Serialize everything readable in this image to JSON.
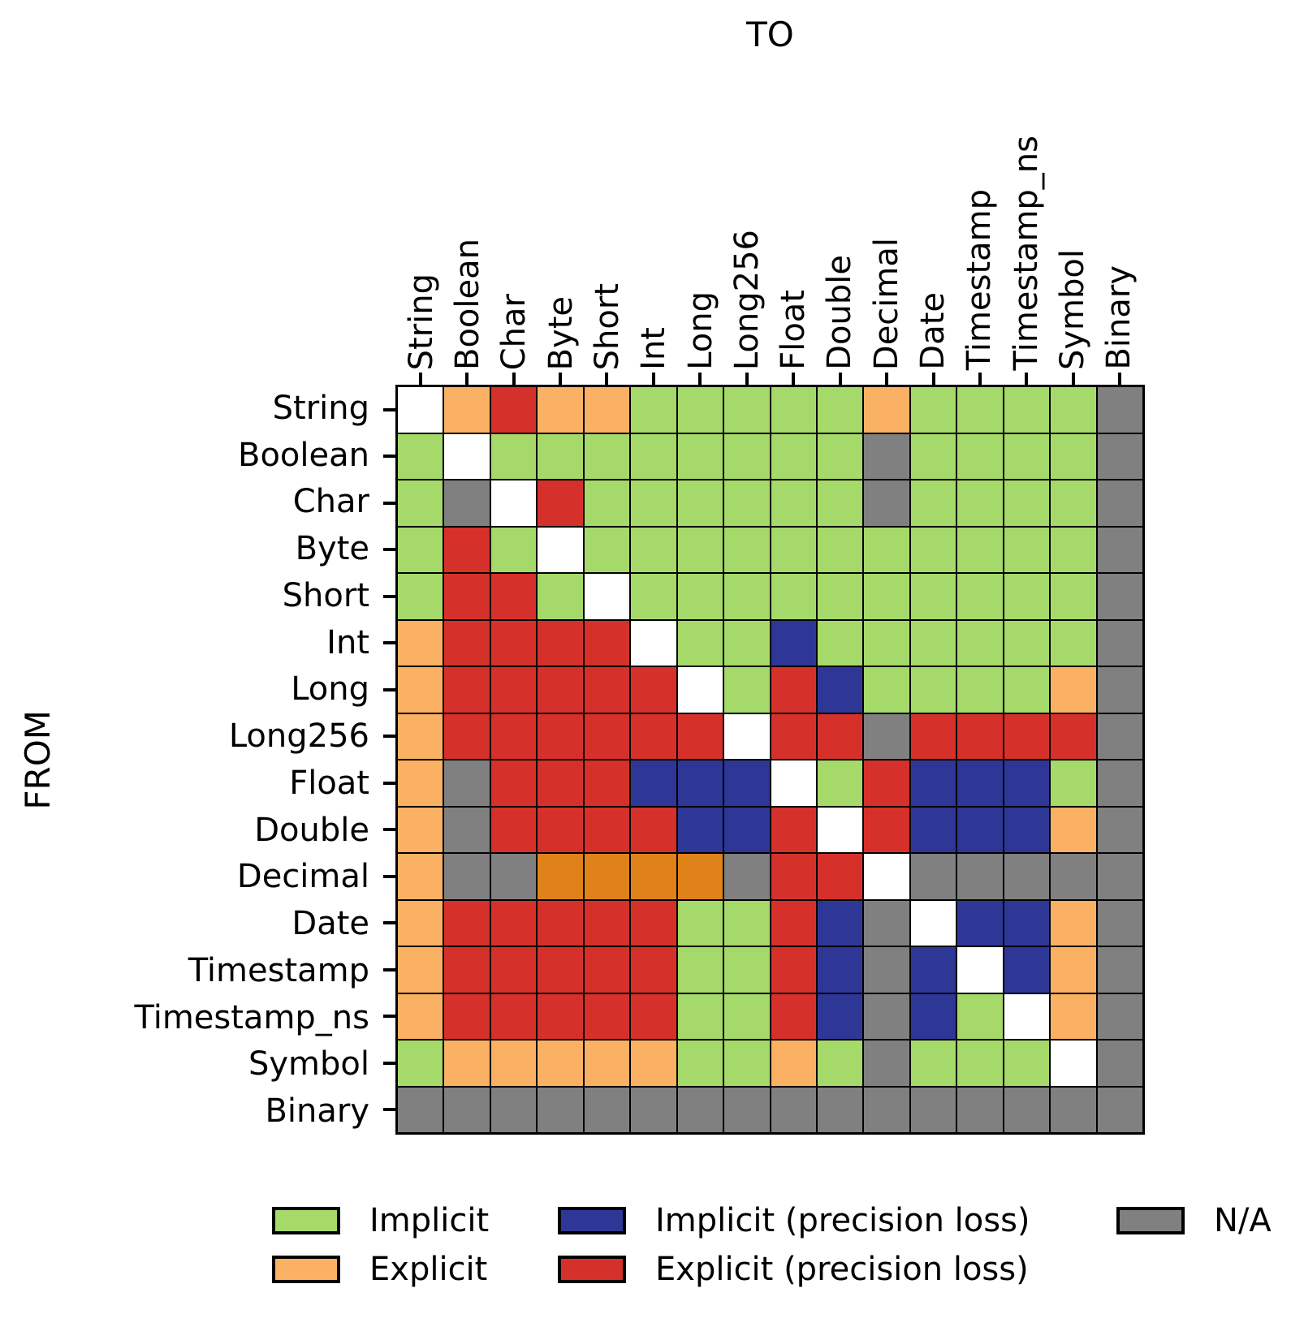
{
  "title_to": "TO",
  "ylabel_from": "FROM",
  "palette": {
    "implicit": "#A5D96A",
    "explicit": "#FBB164",
    "implicit_precision_loss": "#2F3796",
    "explicit_precision_loss": "#D5312A",
    "explicit_dark_orange": "#E0821A",
    "na": "#808080",
    "self": "#FFFFFF",
    "grid_line": "#000000"
  },
  "legend": [
    {
      "label": "Implicit",
      "color_key": "implicit"
    },
    {
      "label": "Explicit",
      "color_key": "explicit"
    },
    {
      "label": "Implicit (precision loss)",
      "color_key": "implicit_precision_loss"
    },
    {
      "label": "Explicit (precision loss)",
      "color_key": "explicit_precision_loss"
    },
    {
      "label": "N/A",
      "color_key": "na"
    }
  ],
  "chart_data": {
    "type": "heatmap",
    "title": "TO",
    "xlabel": "TO",
    "ylabel": "FROM",
    "x_categories": [
      "String",
      "Boolean",
      "Char",
      "Byte",
      "Short",
      "Int",
      "Long",
      "Long256",
      "Float",
      "Double",
      "Decimal",
      "Date",
      "Timestamp",
      "Timestamp_ns",
      "Symbol",
      "Binary"
    ],
    "y_categories": [
      "String",
      "Boolean",
      "Char",
      "Byte",
      "Short",
      "Int",
      "Long",
      "Long256",
      "Float",
      "Double",
      "Decimal",
      "Date",
      "Timestamp",
      "Timestamp_ns",
      "Symbol",
      "Binary"
    ],
    "cell_codes_legend": {
      "I": "Implicit (green)",
      "E": "Explicit (orange)",
      "IP": "Implicit (precision loss) (dark blue)",
      "EP": "Explicit (precision loss) (red)",
      "EO": "Explicit dark-orange (Decimal to integer types)",
      "NA": "N/A (gray)",
      "S": "Self / diagonal (white)"
    },
    "rows": [
      {
        "from": "String",
        "cells": [
          "S",
          "E",
          "EP",
          "E",
          "E",
          "I",
          "I",
          "I",
          "I",
          "I",
          "E",
          "I",
          "I",
          "I",
          "I",
          "NA"
        ]
      },
      {
        "from": "Boolean",
        "cells": [
          "I",
          "S",
          "I",
          "I",
          "I",
          "I",
          "I",
          "I",
          "I",
          "I",
          "NA",
          "I",
          "I",
          "I",
          "I",
          "NA"
        ]
      },
      {
        "from": "Char",
        "cells": [
          "I",
          "NA",
          "S",
          "EP",
          "I",
          "I",
          "I",
          "I",
          "I",
          "I",
          "NA",
          "I",
          "I",
          "I",
          "I",
          "NA"
        ]
      },
      {
        "from": "Byte",
        "cells": [
          "I",
          "EP",
          "I",
          "S",
          "I",
          "I",
          "I",
          "I",
          "I",
          "I",
          "I",
          "I",
          "I",
          "I",
          "I",
          "NA"
        ]
      },
      {
        "from": "Short",
        "cells": [
          "I",
          "EP",
          "EP",
          "I",
          "S",
          "I",
          "I",
          "I",
          "I",
          "I",
          "I",
          "I",
          "I",
          "I",
          "I",
          "NA"
        ]
      },
      {
        "from": "Int",
        "cells": [
          "E",
          "EP",
          "EP",
          "EP",
          "EP",
          "S",
          "I",
          "I",
          "IP",
          "I",
          "I",
          "I",
          "I",
          "I",
          "I",
          "NA"
        ]
      },
      {
        "from": "Long",
        "cells": [
          "E",
          "EP",
          "EP",
          "EP",
          "EP",
          "EP",
          "S",
          "I",
          "EP",
          "IP",
          "I",
          "I",
          "I",
          "I",
          "E",
          "NA"
        ]
      },
      {
        "from": "Long256",
        "cells": [
          "E",
          "EP",
          "EP",
          "EP",
          "EP",
          "EP",
          "EP",
          "S",
          "EP",
          "EP",
          "NA",
          "EP",
          "EP",
          "EP",
          "EP",
          "NA"
        ]
      },
      {
        "from": "Float",
        "cells": [
          "E",
          "NA",
          "EP",
          "EP",
          "EP",
          "IP",
          "IP",
          "IP",
          "S",
          "I",
          "EP",
          "IP",
          "IP",
          "IP",
          "I",
          "NA"
        ]
      },
      {
        "from": "Double",
        "cells": [
          "E",
          "NA",
          "EP",
          "EP",
          "EP",
          "EP",
          "IP",
          "IP",
          "EP",
          "S",
          "EP",
          "IP",
          "IP",
          "IP",
          "E",
          "NA"
        ]
      },
      {
        "from": "Decimal",
        "cells": [
          "E",
          "NA",
          "NA",
          "EO",
          "EO",
          "EO",
          "EO",
          "NA",
          "EP",
          "EP",
          "S",
          "NA",
          "NA",
          "NA",
          "NA",
          "NA"
        ]
      },
      {
        "from": "Date",
        "cells": [
          "E",
          "EP",
          "EP",
          "EP",
          "EP",
          "EP",
          "I",
          "I",
          "EP",
          "IP",
          "NA",
          "S",
          "IP",
          "IP",
          "E",
          "NA"
        ]
      },
      {
        "from": "Timestamp",
        "cells": [
          "E",
          "EP",
          "EP",
          "EP",
          "EP",
          "EP",
          "I",
          "I",
          "EP",
          "IP",
          "NA",
          "IP",
          "S",
          "IP",
          "E",
          "NA"
        ]
      },
      {
        "from": "Timestamp_ns",
        "cells": [
          "E",
          "EP",
          "EP",
          "EP",
          "EP",
          "EP",
          "I",
          "I",
          "EP",
          "IP",
          "NA",
          "IP",
          "I",
          "S",
          "E",
          "NA"
        ]
      },
      {
        "from": "Symbol",
        "cells": [
          "I",
          "E",
          "E",
          "E",
          "E",
          "E",
          "I",
          "I",
          "E",
          "I",
          "NA",
          "I",
          "I",
          "I",
          "S",
          "NA"
        ]
      },
      {
        "from": "Binary",
        "cells": [
          "NA",
          "NA",
          "NA",
          "NA",
          "NA",
          "NA",
          "NA",
          "NA",
          "NA",
          "NA",
          "NA",
          "NA",
          "NA",
          "NA",
          "NA",
          "NA"
        ]
      }
    ]
  }
}
